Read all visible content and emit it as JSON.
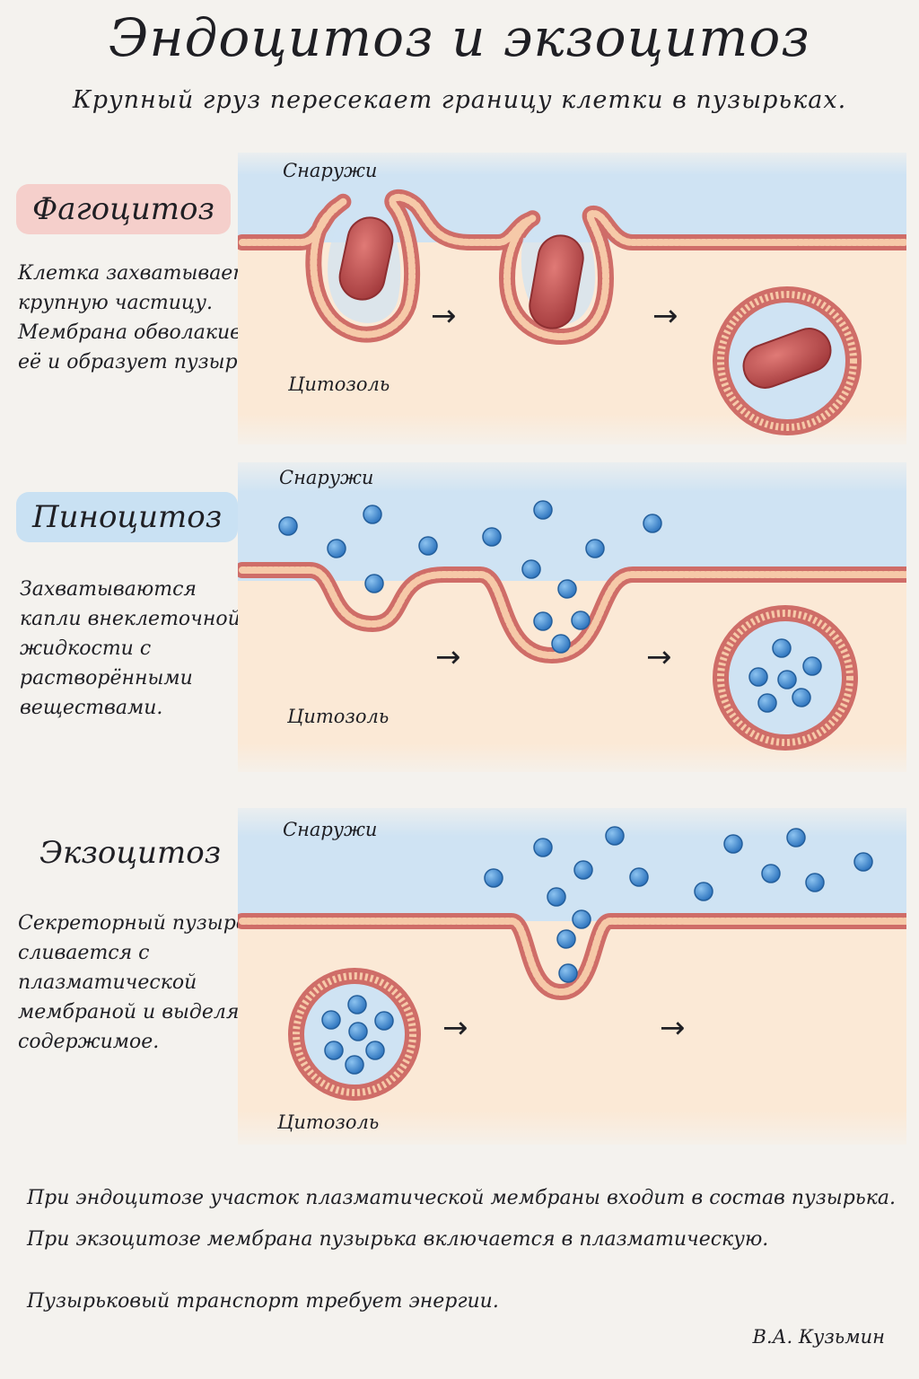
{
  "title": "Эндоцитоз и экзоцитоз",
  "subtitle": "Крупный груз пересекает границу клетки в пузырьках.",
  "sections": [
    {
      "name": "Фагоцитоз",
      "description": "Клетка захватывает\nкрупную частицу.\nМембрана обволакивает\nеё и образует пузырёк.",
      "outside_label": "Снаружи",
      "inside_label": "Цитозоль"
    },
    {
      "name": "Пиноцитоз",
      "description": "Захватываются\nкапли внеклеточной\nжидкости с\nрастворёнными\nвеществами.",
      "outside_label": "Снаружи",
      "inside_label": "Цитозоль"
    },
    {
      "name": "Экзоцитоз",
      "description": "Секреторный пузырёк\nсливается с\nплазматической\nмембраной и выделяет\nсодержимое.",
      "outside_label": "Снаружи",
      "inside_label": "Цитозоль"
    }
  ],
  "arrow_symbol": "→",
  "footer": [
    "При эндоцитозе участок плазматической мембраны входит в состав пузырька.",
    "При экзоцитозе мембрана пузырька включается в плазматическую.",
    "Пузырьковый транспорт требует энергии."
  ],
  "author": "В.А. Кузьмин",
  "colors": {
    "outside": "#cfe3f3",
    "cytosol": "#fbe9d6",
    "membrane": "#e89a93",
    "membrane_dark": "#cf6d68",
    "particle": "#b94a4a",
    "droplet": "#3d88cf",
    "pink_badge": "#f5cfcb",
    "blue_badge": "#c9e1f3"
  }
}
